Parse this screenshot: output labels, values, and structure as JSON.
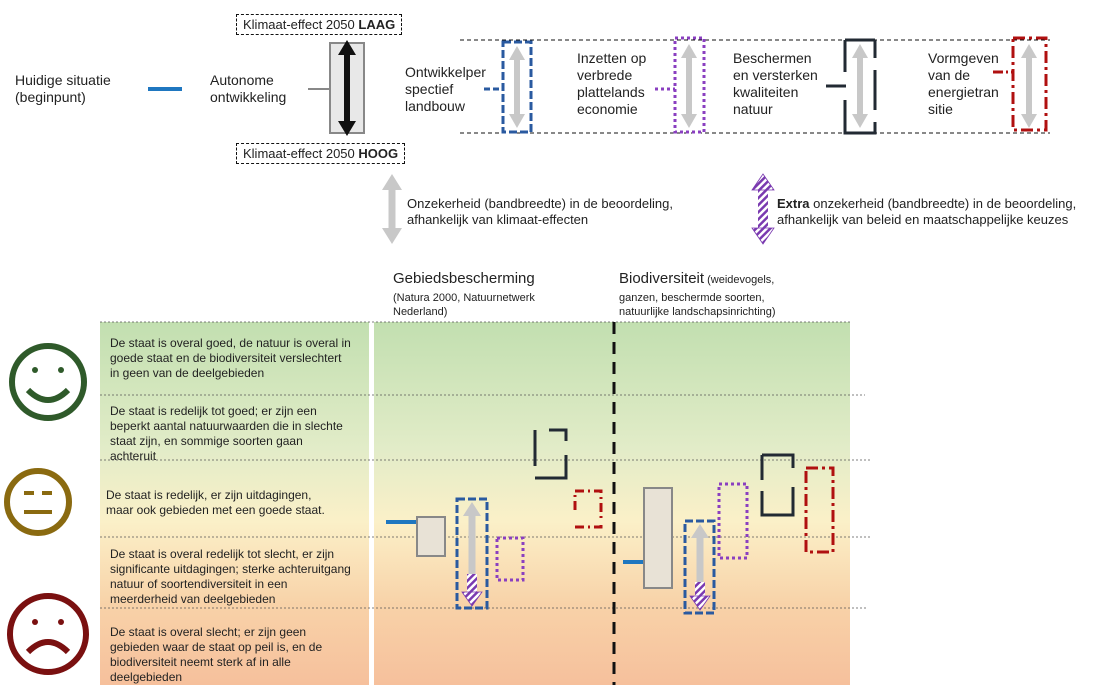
{
  "legend": {
    "current_situation": "Huidige situatie\n(beginpunt)",
    "autonomous": "Autonome\nontwikkeling",
    "climate_low_prefix": "Klimaat-effect 2050 ",
    "climate_low_bold": "LAAG",
    "climate_high_prefix": "Klimaat-effect 2050 ",
    "climate_high_bold": "HOOG",
    "scenario_1": "Ontwikkelper\nspectief\nlandbouw",
    "scenario_2": "Inzetten op\nverbrede\nplattelands\neconomie",
    "scenario_3": "Beschermen\nen versterken\nkwaliteiten\nnatuur",
    "scenario_4": "Vormgeven\nvan de\nenergietran\nsitie",
    "uncertainty_climate": "Onzekerheid (bandbreedte) in de beoordeling,\nafhankelijk van klimaat-effecten",
    "uncertainty_extra_bold": "Extra",
    "uncertainty_extra_rest": " onzekerheid (bandbreedte) in de beoordeling,\nafhankelijk van beleid en maatschappelijke keuzes"
  },
  "columns": {
    "col1_title": "Gebiedsbescherming",
    "col1_sub": "(Natura 2000, Natuurnetwerk\nNederland)",
    "col2_title": "Biodiversiteit",
    "col2_title_small": " (weidevogels,",
    "col2_sub": "ganzen, beschermde soorten,\nnatuurlijke landschapsinrichting)"
  },
  "zones": [
    "De staat is overal goed, de natuur is overal in\ngoede staat en de biodiversiteit verslechtert\nin geen van de deelgebieden",
    "De staat is redelijk tot goed; er zijn een\nbeperkt aantal natuurwaarden die in slechte\nstaat zijn, en sommige soorten gaan\nachteruit",
    "De staat is redelijk, er zijn uitdagingen,\nmaar ook gebieden met een goede staat.",
    "De staat is overal redelijk tot slecht, er zijn\nsignificante uitdagingen; sterke achteruitgang\nnatuur of soortendiversiteit in een\nmeerderheid van deelgebieden",
    "De staat is overal slecht; er zijn geen\ngebieden waar de staat op peil is, en de\nbiodiversiteit neemt sterk af in alle\ndeelgebieden"
  ],
  "colors": {
    "current": "#1f77c0",
    "autonomous": "#888888",
    "landbouw": "#2a5aa0",
    "platteland": "#8a3fc0",
    "natuur": "#222a33",
    "energie": "#b01010",
    "extra_hatch": "#7a3ab0",
    "smiley_good": "#2f5a2a",
    "smiley_mid": "#8a6a10",
    "smiley_bad": "#7a1010"
  },
  "icons": [
    "smiley-happy-icon",
    "smiley-neutral-icon",
    "smiley-sad-icon"
  ]
}
